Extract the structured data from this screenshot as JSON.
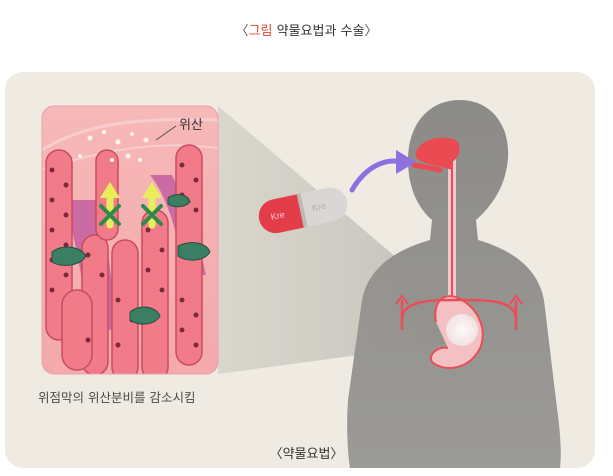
{
  "figure": {
    "title_open": "〈",
    "title_label": "그림",
    "title_text": "약물요법과 수술",
    "title_close": "〉",
    "title_label_color": "#e2452f"
  },
  "illustration": {
    "acid_label": "위산",
    "capsule_text_1": "Kre",
    "capsule_text_2": "Kre",
    "caption": "위점막의 위산분비를 감소시킴",
    "subcaption": "〈약물요법〉"
  },
  "icons": [
    "capsule-icon",
    "arrow-icon",
    "block-x-icon",
    "body-silhouette-icon",
    "stomach-icon"
  ]
}
